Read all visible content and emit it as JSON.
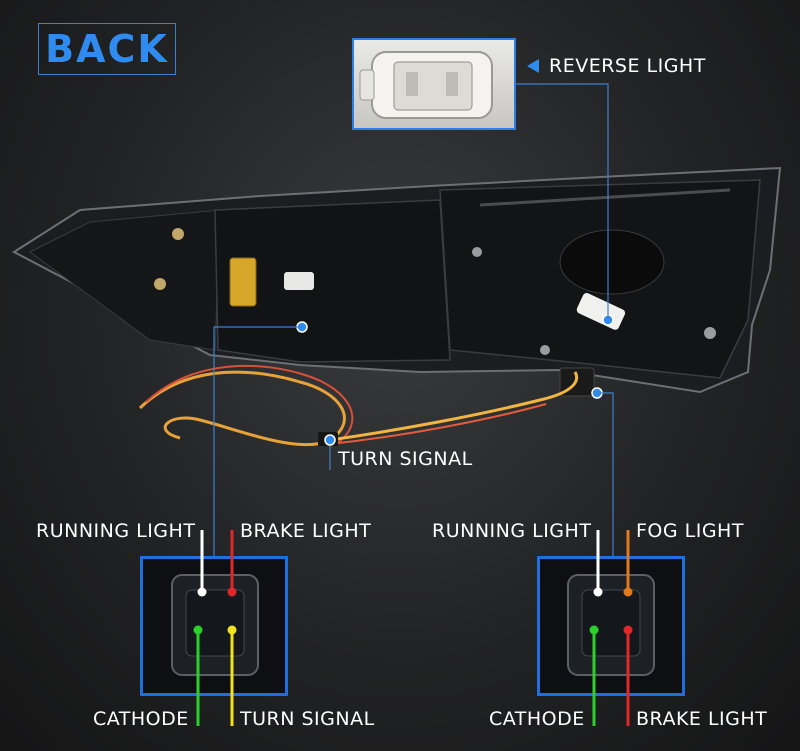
{
  "header": {
    "title": "BACK"
  },
  "labels": {
    "reverse_light": "REVERSE LIGHT",
    "turn_signal": "TURN SIGNAL"
  },
  "left_connector": {
    "top_left": "RUNNING LIGHT",
    "top_right": "BRAKE LIGHT",
    "bottom_left": "CATHODE",
    "bottom_right": "TURN SIGNAL"
  },
  "right_connector": {
    "top_left": "RUNNING LIGHT",
    "top_right": "FOG LIGHT",
    "bottom_left": "CATHODE",
    "bottom_right": "BRAKE LIGHT"
  },
  "colors": {
    "accent_blue": "#2f8bf0",
    "white_wire": "#ffffff",
    "red_wire": "#e0282a",
    "green_wire": "#2ad12a",
    "yellow_wire": "#f2e21b",
    "orange_wire": "#e07a1a"
  }
}
